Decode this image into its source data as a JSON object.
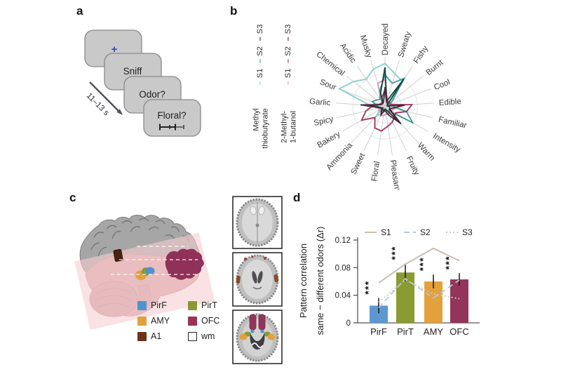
{
  "panels": {
    "a": "a",
    "b": "b",
    "c": "c",
    "d": "d"
  },
  "panel_a": {
    "screens": [
      {
        "name": "fixation",
        "text": "+"
      },
      {
        "name": "sniff-cue",
        "text": "Sniff"
      },
      {
        "name": "odor-question",
        "text": "Odor?"
      },
      {
        "name": "rating-question",
        "text": "Floral?"
      }
    ],
    "duration_label": "11–13 s",
    "fixation_color": "#3b43c0",
    "card_fill": "#c9c9c9",
    "card_border": "#8a8a8a"
  },
  "panel_b": {
    "legend": {
      "columns": [
        {
          "odor_line1": "Methyl",
          "odor_line2": "thiobutyrate",
          "sessions": [
            "S1",
            "S2",
            "S3"
          ],
          "colors": [
            "#8fd3cc",
            "#3f9a92",
            "#16453c"
          ]
        },
        {
          "odor_line1": "2-Methyl-",
          "odor_line2": "1-butanol",
          "sessions": [
            "S1",
            "S2",
            "S3"
          ],
          "colors": [
            "#dda7bd",
            "#a23a60",
            "#4f2238"
          ]
        }
      ]
    }
  },
  "panel_c": {
    "legend": [
      {
        "label": "PirF",
        "color": "#4f93ce"
      },
      {
        "label": "PirT",
        "color": "#8a9a33"
      },
      {
        "label": "AMY",
        "color": "#e2a13d"
      },
      {
        "label": "OFC",
        "color": "#9c3258"
      },
      {
        "label": "A1",
        "color": "#6e3117"
      },
      {
        "label": "wm",
        "color": "#ffffff"
      }
    ]
  },
  "chart_data": [
    {
      "id": "b-radar",
      "type": "radar",
      "categories": [
        "Decayed",
        "Sweaty",
        "Fishy",
        "Burnt",
        "Cool",
        "Edible",
        "Familiar",
        "Intensity",
        "Warm",
        "Fruity",
        "Pleasant",
        "Floral",
        "Sweet",
        "Ammonia",
        "Bakery",
        "Spicy",
        "Garlic",
        "Sour",
        "Chemical",
        "Acidic",
        "Musky"
      ],
      "rmax": 1,
      "grid": "spokes-with-faint-circles",
      "series": [
        {
          "name": "Methyl thiobutyrate S1",
          "color": "#8fd3cc",
          "width": 2.0,
          "values": [
            0.88,
            0.7,
            0.62,
            0.2,
            0.12,
            0.12,
            0.15,
            0.12,
            0.1,
            0.08,
            0.08,
            0.1,
            0.14,
            0.28,
            0.1,
            0.12,
            0.3,
            1.0,
            0.82,
            0.68,
            0.8
          ]
        },
        {
          "name": "2-Methyl-1-butanol S1",
          "color": "#d795af",
          "width": 1.9,
          "values": [
            0.55,
            0.15,
            0.1,
            0.08,
            0.08,
            0.3,
            0.2,
            0.15,
            0.12,
            0.18,
            0.15,
            0.18,
            0.2,
            0.12,
            0.15,
            0.12,
            0.42,
            0.15,
            0.1,
            0.12,
            0.5
          ]
        },
        {
          "name": "Methyl thiobutyrate S2",
          "color": "#3f9a92",
          "width": 1.8,
          "values": [
            0.65,
            0.5,
            0.7,
            0.18,
            0.1,
            0.15,
            0.45,
            0.65,
            0.12,
            0.1,
            0.08,
            0.08,
            0.1,
            0.12,
            0.08,
            0.1,
            0.15,
            0.28,
            0.22,
            0.18,
            0.35
          ]
        },
        {
          "name": "2-Methyl-1-butanol S2",
          "color": "#a23a60",
          "width": 1.9,
          "values": [
            0.35,
            0.15,
            0.12,
            0.12,
            0.12,
            0.55,
            0.45,
            0.25,
            0.28,
            0.35,
            0.4,
            0.5,
            0.48,
            0.3,
            0.55,
            0.4,
            0.25,
            0.12,
            0.1,
            0.1,
            0.2
          ]
        },
        {
          "name": "Methyl thiobutyrate S3",
          "color": "#16453c",
          "width": 1.8,
          "values": [
            0.8,
            0.12,
            0.68,
            0.06,
            0.05,
            0.08,
            0.1,
            0.12,
            0.48,
            0.08,
            0.05,
            0.05,
            0.08,
            0.08,
            0.05,
            0.08,
            0.35,
            0.12,
            0.08,
            0.08,
            0.3
          ]
        },
        {
          "name": "2-Methyl-1-butanol S3",
          "color": "#4f2238",
          "width": 1.8,
          "values": [
            0.4,
            0.1,
            0.08,
            0.08,
            0.05,
            0.4,
            0.15,
            0.1,
            0.45,
            0.2,
            0.1,
            0.08,
            0.18,
            0.1,
            0.08,
            0.1,
            0.5,
            0.1,
            0.08,
            0.08,
            0.1
          ]
        }
      ]
    },
    {
      "id": "d-bars",
      "type": "bar",
      "categories": [
        "PirF",
        "PirT",
        "AMY",
        "OFC"
      ],
      "values": [
        0.025,
        0.073,
        0.06,
        0.063
      ],
      "errors": [
        0.011,
        0.013,
        0.01,
        0.009
      ],
      "significance": [
        "***",
        "***",
        "***",
        "***"
      ],
      "bar_colors": [
        "#5e97cf",
        "#8a9b31",
        "#e2a13d",
        "#93345a"
      ],
      "ylabel_line1": "Pattern correlation",
      "ylabel_line2": "same − different odors (Δr)",
      "yticks": [
        0,
        0.04,
        0.08,
        0.12
      ],
      "ytick_labels": [
        "0",
        "0.04",
        "0.08",
        "0.12"
      ],
      "ylim": [
        0,
        0.13
      ],
      "legend_position": "top",
      "lines": [
        {
          "name": "S1",
          "style": "solid",
          "color": "#c8bfb2",
          "values": [
            0.058,
            0.085,
            0.108,
            0.09
          ]
        },
        {
          "name": "S2",
          "style": "dashed",
          "color": "#b5c8d6",
          "values": [
            0.022,
            0.064,
            0.036,
            0.062
          ]
        },
        {
          "name": "S3",
          "style": "dotted",
          "color": "#c6cbd1",
          "values": [
            0.03,
            0.062,
            0.042,
            0.035
          ]
        }
      ]
    }
  ]
}
